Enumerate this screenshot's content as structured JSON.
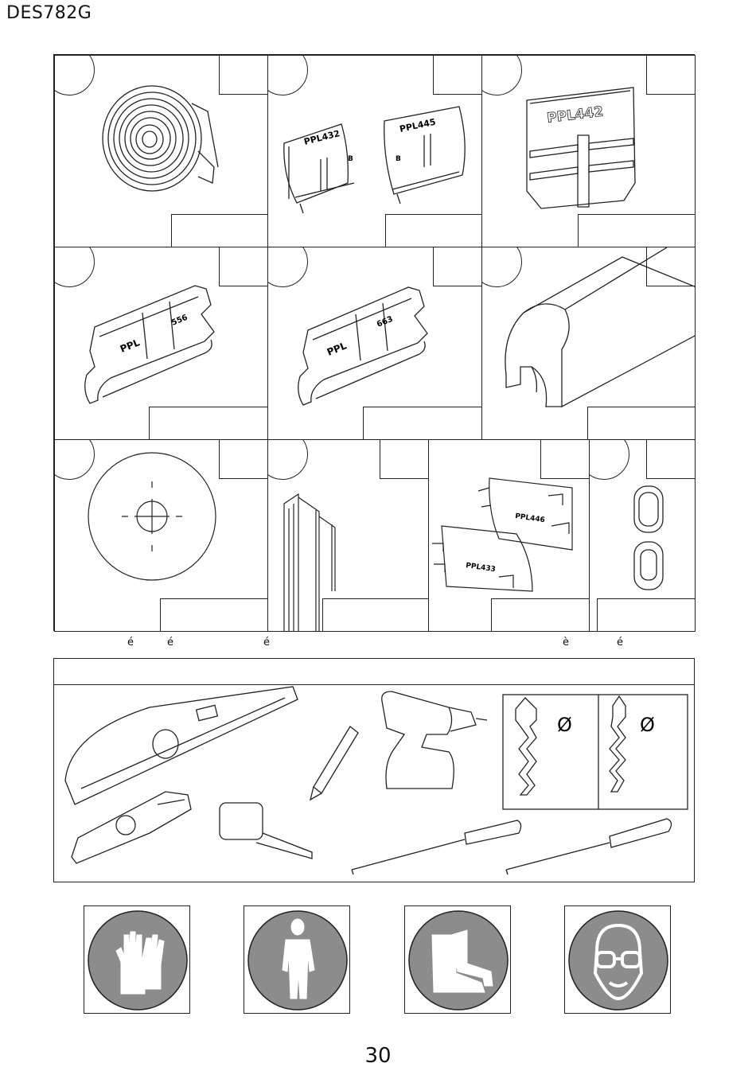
{
  "header": {
    "model": "DES782G"
  },
  "parts": [
    {
      "id": "seal-roll"
    },
    {
      "id": "ppl432-ppl445",
      "labels": [
        "PPL432",
        "PPL445"
      ],
      "marks": [
        "B",
        "B"
      ]
    },
    {
      "id": "ppl442",
      "labels": [
        "PPL442"
      ]
    },
    {
      "id": "ppl556",
      "labels": [
        "PPL",
        "556"
      ]
    },
    {
      "id": "ppl663",
      "labels": [
        "PPL",
        "663"
      ]
    },
    {
      "id": "profile"
    },
    {
      "id": "disc"
    },
    {
      "id": "wall-profile"
    },
    {
      "id": "ppl446-ppl433",
      "labels": [
        "PPL446",
        "PPL433"
      ]
    },
    {
      "id": "caps"
    }
  ],
  "accents": [
    "é",
    "é",
    "é",
    "è",
    "é"
  ],
  "tools": {
    "bits": [
      {
        "symbol": "Ø"
      },
      {
        "symbol": "Ø"
      }
    ]
  },
  "ppe": [
    {
      "icon": "gloves-icon"
    },
    {
      "icon": "protective-suit-icon"
    },
    {
      "icon": "safety-boots-icon"
    },
    {
      "icon": "safety-glasses-icon"
    }
  ],
  "colors": {
    "ppe_fill": "#8c8c8c",
    "line": "#222222"
  },
  "footer": {
    "page_number": "30"
  }
}
